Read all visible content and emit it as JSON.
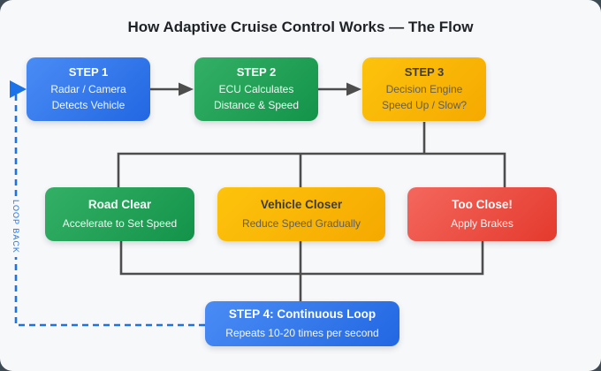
{
  "page": {
    "title": "How Adaptive Cruise Control Works — The Flow"
  },
  "colors": {
    "background": "#f7f8fa",
    "outer_background": "#3d4b54",
    "node_blue": "#2d76ec",
    "node_green": "#21a055",
    "node_yellow": "#fbb604",
    "node_red": "#e84a3c",
    "connector_dark": "#4d4d4d",
    "loop_accent_blue": "#1a73e8",
    "title_text": "#1f2328"
  },
  "flow": {
    "step1": {
      "title": "STEP 1",
      "lines": [
        "Radar / Camera",
        "Detects Vehicle"
      ]
    },
    "step2": {
      "title": "STEP 2",
      "lines": [
        "ECU Calculates",
        "Distance & Speed"
      ]
    },
    "step3": {
      "title": "STEP 3",
      "lines": [
        "Decision Engine",
        "Speed Up / Slow?"
      ]
    },
    "road_clear": {
      "title": "Road Clear",
      "lines": [
        "Accelerate to Set Speed"
      ]
    },
    "vehicle_closer": {
      "title": "Vehicle Closer",
      "lines": [
        "Reduce Speed Gradually"
      ]
    },
    "too_close": {
      "title": "Too Close!",
      "lines": [
        "Apply Brakes"
      ]
    },
    "step4": {
      "title": "STEP 4: Continuous Loop",
      "lines": [
        "Repeats 10-20 times per second"
      ]
    },
    "loop_back_label": "LOOP BACK"
  }
}
